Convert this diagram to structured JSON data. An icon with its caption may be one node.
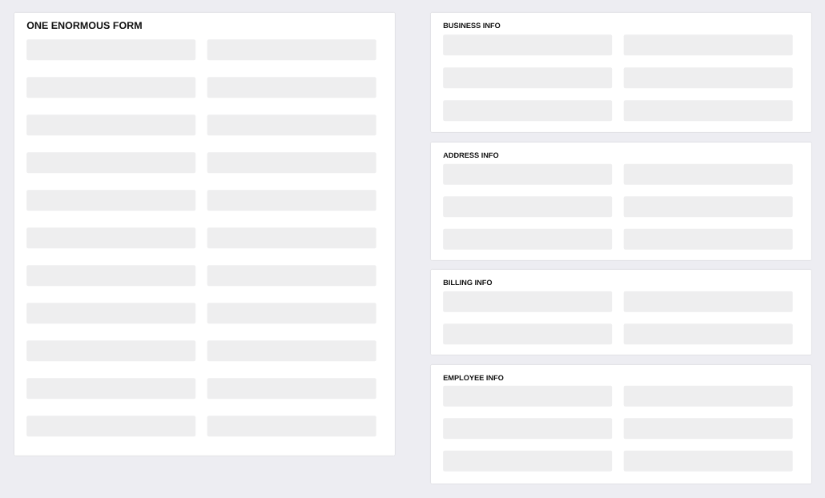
{
  "diagram": {
    "nodes": [
      {
        "text": [
          "ONE ENORMOUS FORM"
        ]
      },
      {
        "text": [],
        "shape": "box",
        "in": 0
      },
      {
        "text": [],
        "shape": "box",
        "in": 0
      },
      {
        "text": [],
        "shape": "box",
        "in": 0
      },
      {
        "text": [],
        "shape": "box",
        "in": 0
      },
      {
        "text": [],
        "shape": "box",
        "in": 0
      },
      {
        "text": [],
        "shape": "box",
        "in": 0
      },
      {
        "text": [],
        "shape": "box",
        "in": 0
      },
      {
        "text": [],
        "shape": "box",
        "in": 0
      },
      {
        "text": [],
        "shape": "box",
        "in": 0
      },
      {
        "text": [],
        "shape": "box",
        "in": 0
      },
      {
        "text": [],
        "shape": "box",
        "in": 0
      },
      {
        "text": [],
        "shape": "box",
        "in": 0
      },
      {
        "text": [],
        "shape": "box",
        "in": 0
      },
      {
        "text": [],
        "shape": "box",
        "in": 0
      },
      {
        "text": [],
        "shape": "box",
        "in": 0
      },
      {
        "text": [],
        "shape": "box",
        "in": 0
      },
      {
        "text": [],
        "shape": "box",
        "in": 0
      },
      {
        "text": [],
        "shape": "box",
        "in": 0
      },
      {
        "text": [],
        "shape": "box",
        "in": 0
      },
      {
        "text": [],
        "shape": "box",
        "in": 0
      },
      {
        "text": [],
        "shape": "box",
        "in": 0
      },
      {
        "text": [],
        "shape": "box",
        "in": 0
      },
      {
        "text": [
          "BUSINESS INFO"
        ]
      },
      {
        "text": [],
        "shape": "box",
        "in": 23
      },
      {
        "text": [],
        "shape": "box",
        "in": 23
      },
      {
        "text": [],
        "shape": "box",
        "in": 23
      },
      {
        "text": [],
        "shape": "box",
        "in": 23
      },
      {
        "text": [],
        "shape": "box",
        "in": 23
      },
      {
        "text": [],
        "shape": "box",
        "in": 23
      },
      {
        "text": [
          "ADDRESS INFO"
        ]
      },
      {
        "text": [],
        "shape": "box",
        "in": 30
      },
      {
        "text": [],
        "shape": "box",
        "in": 30
      },
      {
        "text": [],
        "shape": "box",
        "in": 30
      },
      {
        "text": [],
        "shape": "box",
        "in": 30
      },
      {
        "text": [],
        "shape": "box",
        "in": 30
      },
      {
        "text": [],
        "shape": "box",
        "in": 30
      },
      {
        "text": [
          "BILLING INFO"
        ]
      },
      {
        "text": [],
        "shape": "box",
        "in": 37
      },
      {
        "text": [],
        "shape": "box",
        "in": 37
      },
      {
        "text": [],
        "shape": "box",
        "in": 37
      },
      {
        "text": [],
        "shape": "box",
        "in": 37
      },
      {
        "text": [
          "EMPLOYEE INFO"
        ]
      },
      {
        "text": [],
        "shape": "box",
        "in": 42
      },
      {
        "text": [],
        "shape": "box",
        "in": 42
      },
      {
        "text": [],
        "shape": "box",
        "in": 42
      },
      {
        "text": [],
        "shape": "box",
        "in": 42
      },
      {
        "text": [],
        "shape": "box",
        "in": 42
      },
      {
        "text": [],
        "shape": "box",
        "in": 42
      }
    ],
    "edges": []
  }
}
